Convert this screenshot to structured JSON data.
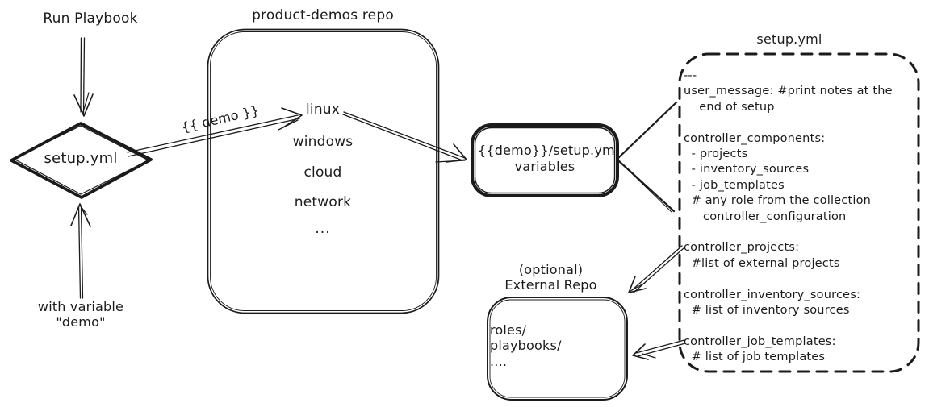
{
  "diagram": {
    "ink_color": "#1b1b1b",
    "background_color": "#ffffff"
  },
  "playbook_flow": {
    "run_label": "Run Playbook",
    "diamond_label": "setup.yml",
    "variable_label": "with variable\n\"demo\""
  },
  "product_demos_repo": {
    "title": "product-demos repo",
    "arrow_label": "{{ demo }}",
    "items": [
      "linux",
      "windows",
      "cloud",
      "network",
      "..."
    ]
  },
  "variables_box": {
    "label": "{{demo}}/setup.yml\nvariables"
  },
  "setup_yml_detail": {
    "title": "setup.yml",
    "content": "---\nuser_message: #print notes at the\n    end of setup\n\ncontroller_components:\n  - projects\n  - inventory_sources\n  - job_templates\n  # any role from the collection\n     controller_configuration\n\ncontroller_projects:\n  #list of external projects\n\ncontroller_inventory_sources:\n  # list of inventory sources\n\ncontroller_job_templates:\n  # list of job templates"
  },
  "external_repo": {
    "title": "(optional)\nExternal Repo",
    "content": "roles/\nplaybooks/\n...."
  }
}
